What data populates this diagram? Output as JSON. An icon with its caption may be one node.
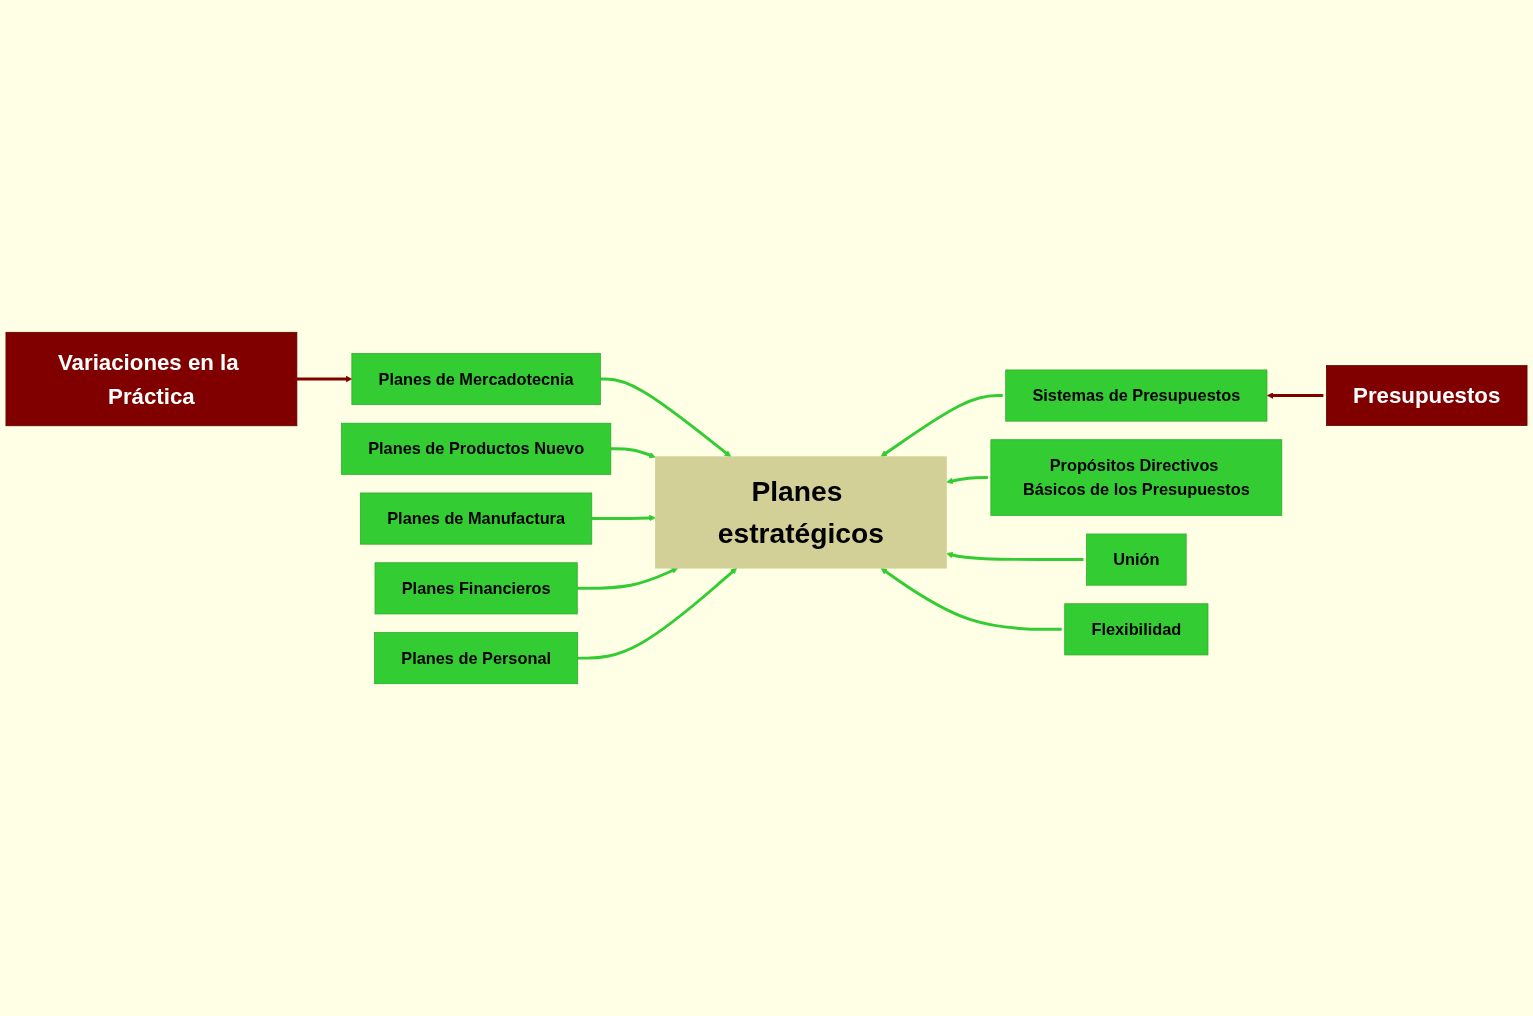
{
  "diagram": {
    "nodes": [
      {
        "text": [
          "Variaciones en la Práctica"
        ]
      },
      {
        "text": [
          "Presupuestos"
        ]
      },
      {
        "text": [
          "Planes estratégicos"
        ]
      },
      {
        "text": [
          "Planes de Mercadotecnia"
        ]
      },
      {
        "text": [
          "Planes de Productos Nuevo"
        ]
      },
      {
        "text": [
          "Planes de Manufactura"
        ]
      },
      {
        "text": [
          "Planes Financieros"
        ]
      },
      {
        "text": [
          "Planes de Personal"
        ]
      },
      {
        "text": [
          "Sistemas de Presupuestos"
        ]
      },
      {
        "text": [
          "Propósitos Directivos Básicos de los Presupuestos"
        ]
      },
      {
        "text": [
          "Unión"
        ]
      },
      {
        "text": [
          "Flexibilidad"
        ]
      }
    ],
    "edges": [
      {
        "from": 0,
        "to": 3,
        "arrow": "to",
        "color": "#800000"
      },
      {
        "from": 1,
        "to": 8,
        "arrow": "to",
        "color": "#800000"
      },
      {
        "from": 3,
        "to": 2,
        "arrow": "to"
      },
      {
        "from": 4,
        "to": 2,
        "arrow": "to"
      },
      {
        "from": 5,
        "to": 2,
        "arrow": "to"
      },
      {
        "from": 6,
        "to": 2,
        "arrow": "to"
      },
      {
        "from": 7,
        "to": 2,
        "arrow": "to"
      },
      {
        "from": 8,
        "to": 2,
        "arrow": "to"
      },
      {
        "from": 9,
        "to": 2,
        "arrow": "to"
      },
      {
        "from": 10,
        "to": 2,
        "arrow": "to"
      },
      {
        "from": 11,
        "to": 2,
        "arrow": "to"
      }
    ]
  }
}
